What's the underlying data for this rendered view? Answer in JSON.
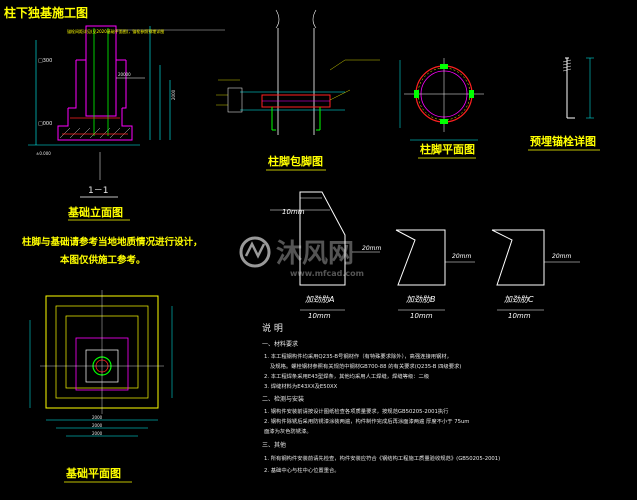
{
  "titles": {
    "main": "柱下独基施工图",
    "elevation": "基础立面图",
    "plan": "基础平面图",
    "column_wrap": "柱脚包脚图",
    "column_plan": "柱脚平面图",
    "bolt_detail": "预埋锚栓详图",
    "section_mark": "1－1"
  },
  "design_note": {
    "line1": "柱脚与基础请参考当地地质情况进行设计，",
    "line2": "本图仅供施工参考。"
  },
  "ribs": {
    "a_label": "加劲肋A",
    "b_label": "加劲肋B",
    "c_label": "加劲肋C",
    "a_dim_top": "10mm",
    "a_dim_bottom": "10mm",
    "a_dim_side": "20mm",
    "b_dim_side": "20mm",
    "b_dim_bottom": "10mm",
    "c_dim_side": "20mm",
    "c_dim_bottom": "10mm"
  },
  "notes": {
    "heading": "说   明",
    "s1": "一、材料要求",
    "l1": "1. 本工程钢构件均采用Q235-B号钢材作（有特殊要求除外），高强连接用钢材，",
    "l2": "及规格。螺栓钢材参照有关规范中钢材GB700-88 的有关要求(Q235-B 四级要求)",
    "l3": "2. 本工程焊条采用E43型焊条，其他均采用人工焊缝，焊缝等级：二级",
    "l4": "3. 焊缝材料为E43XX及E50XX",
    "s2": "二、检测与安装",
    "l5": "1. 钢构件安装前请按设计图纸检查各项质量要求，按规范GB50205-2001执行",
    "l6": "2. 钢构件除锈后采用防锈漆涂装两遍，构件制作完成后再涂面漆两遍 厚度不小于 75um",
    "l7": "   面漆为灰色防锈漆。",
    "s3": "三、其他",
    "l8": "1. 所有钢构件安装前请先检查，构件安装应符合《钢结构工程施工质量验收规范》(GB50205-2001)",
    "l9": "2. 基础中心与柱中心位置重合。"
  },
  "elevation_labels": {
    "top": "20000",
    "mid": "2000",
    "left1": "□300",
    "left2": "□000",
    "left3": "±0.000",
    "right": "2000"
  },
  "plan_dims": {
    "row1": "2000",
    "row2": "2000",
    "row3": "2000"
  },
  "leader_note": "锚栓间距详见(见2020基础平面图)，锚栓参照预埋详图",
  "watermark": {
    "brand": "沐风网",
    "url": "www.mfcad.com"
  },
  "colors": {
    "magenta": "#ff00ff",
    "yellow": "#ffff00",
    "cyan": "#00ffff",
    "green": "#00ff00",
    "red": "#ff2020",
    "white": "#ffffff"
  }
}
